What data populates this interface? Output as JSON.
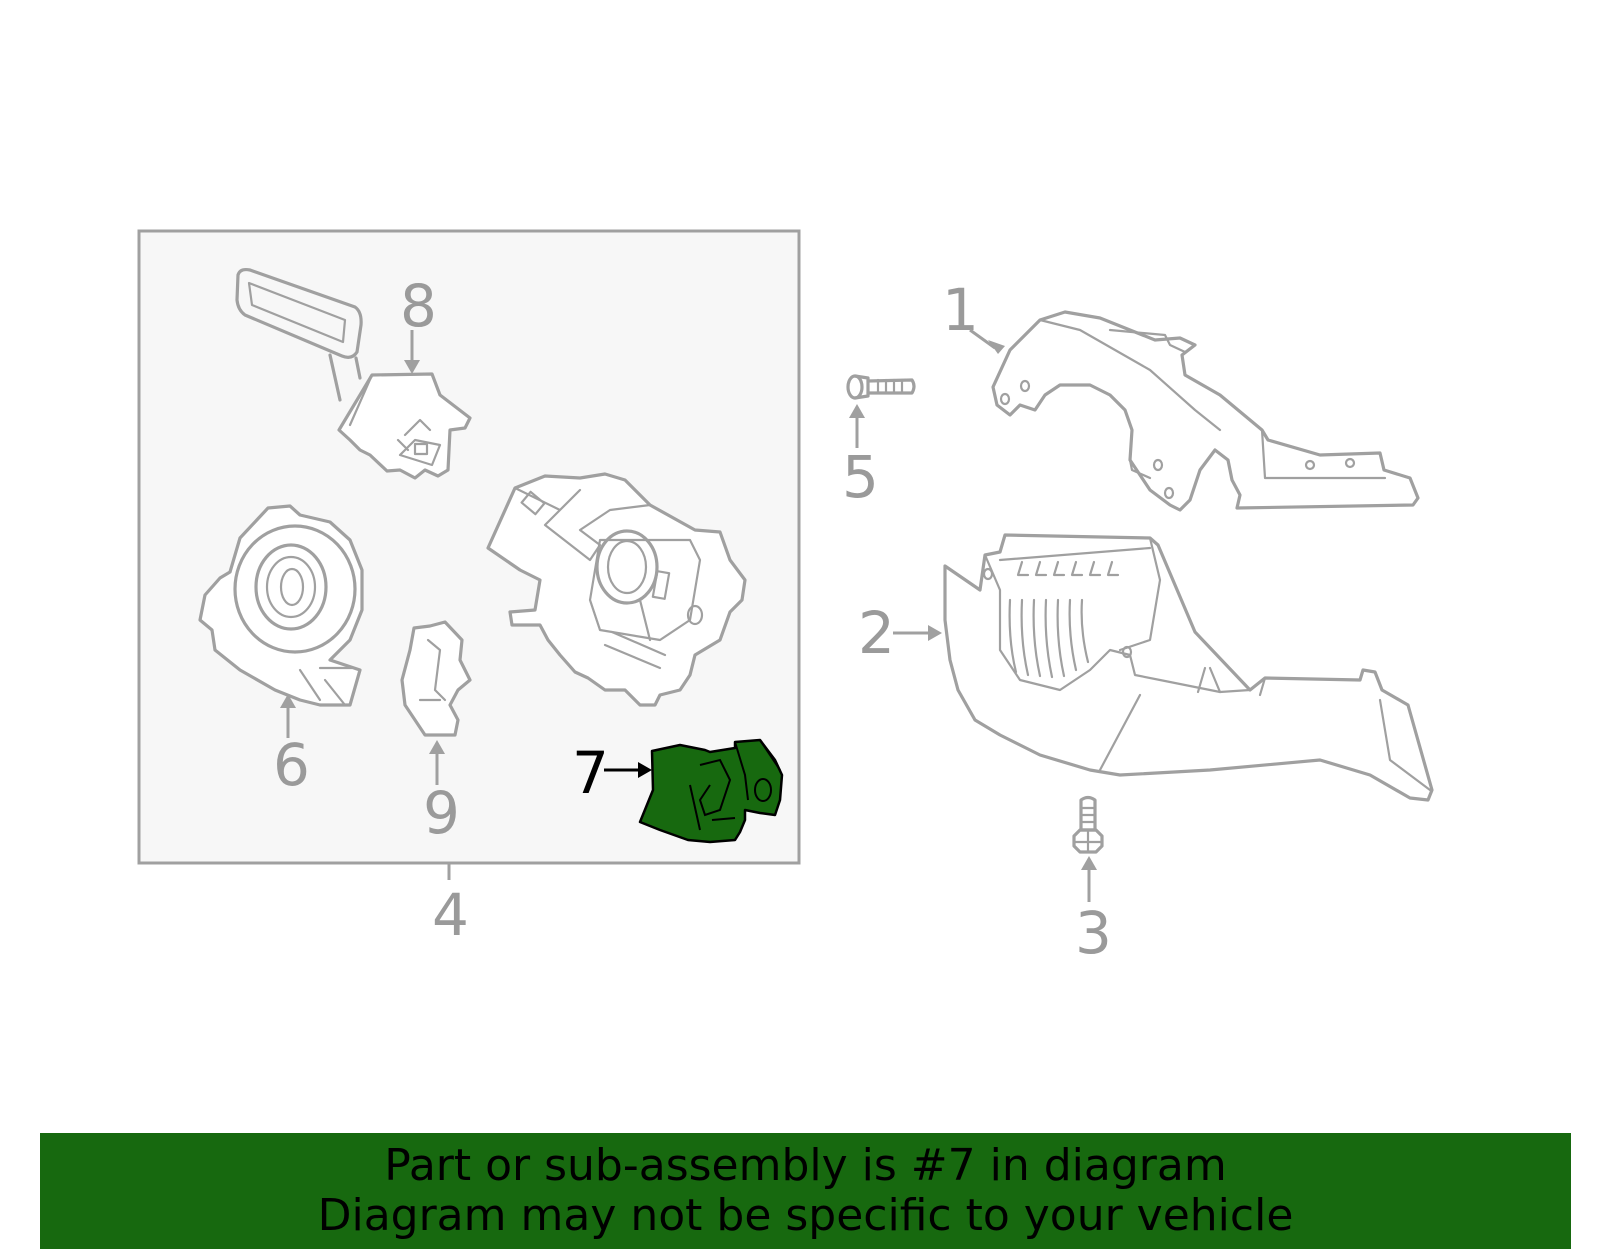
{
  "diagram": {
    "highlighted_part": "7",
    "highlight_color": "#17690f",
    "callouts": {
      "c1": "1",
      "c2": "2",
      "c3": "3",
      "c4": "4",
      "c5": "5",
      "c6": "6",
      "c7": "7",
      "c8": "8",
      "c9": "9"
    }
  },
  "banner": {
    "line1": "Part or sub-assembly is #7 in diagram",
    "line2": "Diagram may not be specific to your vehicle",
    "background": "#17690f"
  }
}
